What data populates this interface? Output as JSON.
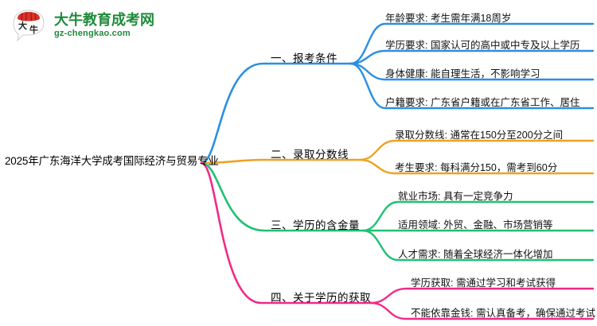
{
  "logo": {
    "mark_name": "daniu-bull-logo",
    "title": "大牛教育成考网",
    "subtitle": "gz-chengkao.com",
    "brand_color": "#1f8a3b",
    "mark_red": "#d8332a"
  },
  "mindmap": {
    "root": {
      "label": "2025年广东海洋大学成考国际经济与贸易专业"
    },
    "branches": [
      {
        "label": "一、报考条件",
        "color": "#2b8fe0",
        "children": [
          {
            "label": "年龄要求: 考生需年满18周岁"
          },
          {
            "label": "学历要求: 国家认可的高中或中专及以上学历"
          },
          {
            "label": "身体健康: 能自理生活，不影响学习"
          },
          {
            "label": "户籍要求: 广东省户籍或在广东省工作、居住"
          }
        ]
      },
      {
        "label": "二、录取分数线",
        "color": "#eda222",
        "children": [
          {
            "label": "录取分数线: 通常在150分至200分之间"
          },
          {
            "label": "考生要求: 每科满分150，需考到60分"
          }
        ]
      },
      {
        "label": "三、学历的含金量",
        "color": "#1fc173",
        "children": [
          {
            "label": "就业市场: 具有一定竞争力"
          },
          {
            "label": "适用领域: 外贸、金融、市场营销等"
          },
          {
            "label": "人才需求: 随着全球经济一体化增加"
          }
        ]
      },
      {
        "label": "四、关于学历的获取",
        "color": "#f02a86",
        "children": [
          {
            "label": "学历获取: 需通过学习和考试获得"
          },
          {
            "label": "不能依靠金钱: 需认真备考，确保通过考试"
          }
        ]
      }
    ]
  }
}
